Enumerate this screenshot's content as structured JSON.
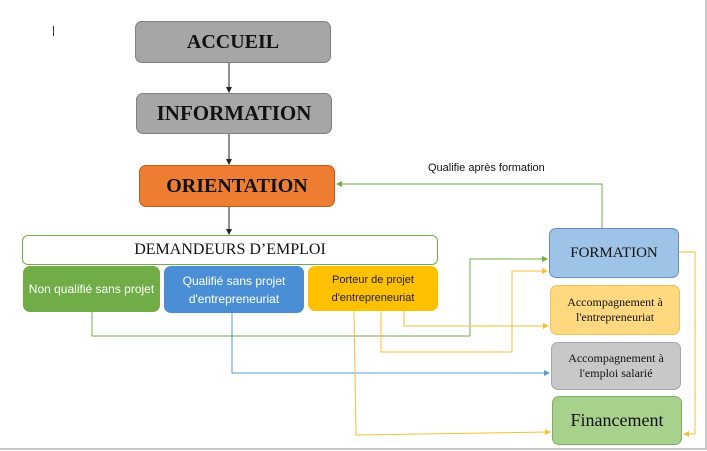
{
  "diagram": {
    "nodes": {
      "accueil": "ACCUEIL",
      "information": "INFORMATION",
      "orientation": "ORIENTATION",
      "demandeurs": "DEMANDEURS D’EMPLOI",
      "non_qualifie": "Non qualifié sans projet",
      "qualifie": "Qualifié sans projet d'entrepreneuriat",
      "porteur": "Porteur de projet d'entrepreneuriat",
      "formation": "FORMATION",
      "accompagnement_entrepreneuriat": "Accompagnement à l'entrepreneuriat",
      "accompagnement_emploi": "Accompagnement à l'emploi salarié",
      "financement": "Financement"
    },
    "edge_labels": {
      "formation_to_orientation": "Qualifie après formation"
    },
    "edges": [
      {
        "from": "ACCUEIL",
        "to": "INFORMATION"
      },
      {
        "from": "INFORMATION",
        "to": "ORIENTATION"
      },
      {
        "from": "ORIENTATION",
        "to": "DEMANDEURS D’EMPLOI"
      },
      {
        "from": "FORMATION",
        "to": "ORIENTATION",
        "label": "Qualifie après formation"
      },
      {
        "from": "Non qualifié sans projet",
        "to": "FORMATION"
      },
      {
        "from": "Porteur de projet d'entrepreneuriat",
        "to": "FORMATION"
      },
      {
        "from": "Porteur de projet d'entrepreneuriat",
        "to": "Accompagnement à l'entrepreneuriat"
      },
      {
        "from": "Qualifié sans projet d'entrepreneuriat",
        "to": "Accompagnement à l'emploi salarié"
      },
      {
        "from": "Porteur de projet d'entrepreneuriat",
        "to": "Financement"
      },
      {
        "from": "FORMATION",
        "to": "Financement"
      }
    ],
    "colors": {
      "head_gray": "#a6a6a6",
      "orientation": "#ed7d31",
      "green": "#70ad47",
      "blue": "#4a8fd6",
      "yellow": "#ffc000",
      "formation": "#9dc3e6",
      "acc_entre": "#ffd880",
      "acc_emploi": "#c8c8c8",
      "financement": "#a9d18e"
    }
  }
}
